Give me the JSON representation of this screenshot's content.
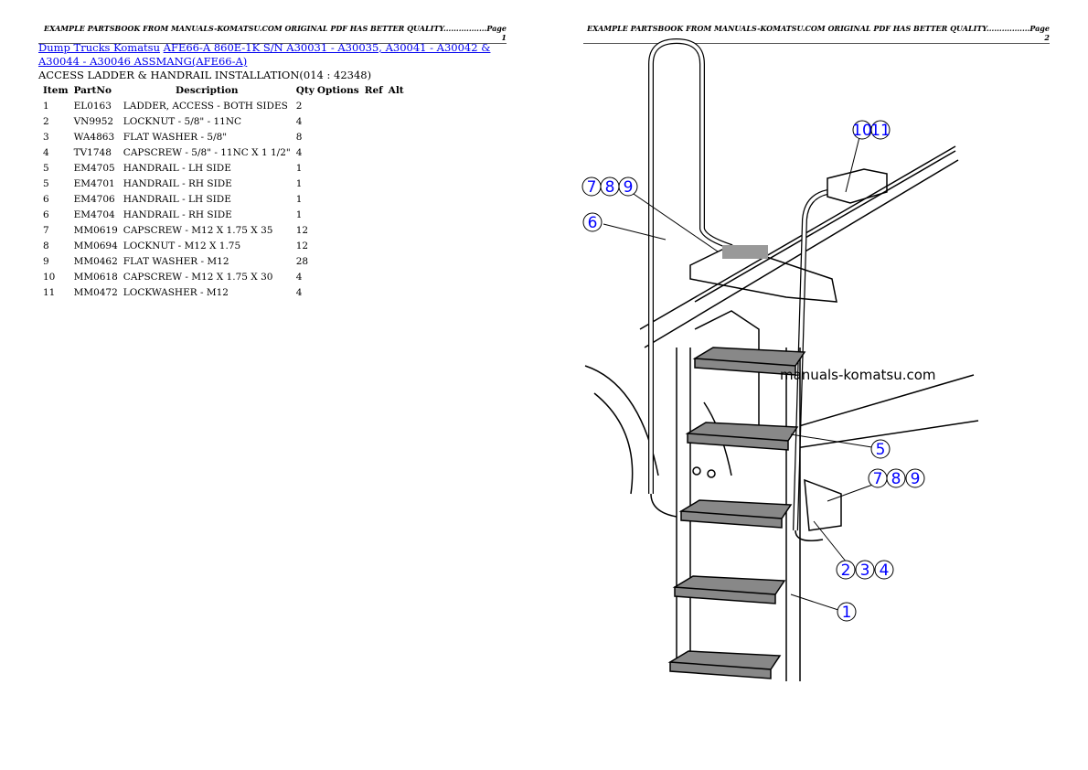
{
  "page1": {
    "header": "EXAMPLE PARTSBOOK FROM MANUALS-KOMATSU.COM ORIGINAL PDF HAS BETTER QUALITY.................Page 1"
  },
  "page2": {
    "header": "EXAMPLE PARTSBOOK FROM MANUALS-KOMATSU.COM ORIGINAL PDF HAS BETTER QUALITY.................Page 2"
  },
  "breadcrumb": {
    "link1": "Dump Trucks Komatsu",
    "link2": "AFE66-A 860E-1K S/N A30031 - A30035, A30041 - A30042 & A30044 - A30046 ASSMANG(AFE66-A)"
  },
  "section_title": "ACCESS LADDER & HANDRAIL INSTALLATION(014 : 42348)",
  "table": {
    "headers": [
      "Item",
      "PartNo",
      "Description",
      "Qty",
      "Options",
      "Ref",
      "Alt"
    ],
    "rows": [
      [
        "1",
        "EL0163",
        "LADDER, ACCESS - BOTH SIDES",
        "2"
      ],
      [
        "2",
        "VN9952",
        "LOCKNUT - 5/8\" - 11NC",
        "4"
      ],
      [
        "3",
        "WA4863",
        "FLAT WASHER - 5/8\"",
        "8"
      ],
      [
        "4",
        "TV1748",
        "CAPSCREW - 5/8\" - 11NC X 1 1/2\"",
        "4"
      ],
      [
        "5",
        "EM4705",
        "HANDRAIL - LH SIDE",
        "1"
      ],
      [
        "5",
        "EM4701",
        "HANDRAIL - RH SIDE",
        "1"
      ],
      [
        "6",
        "EM4706",
        "HANDRAIL - LH SIDE",
        "1"
      ],
      [
        "6",
        "EM4704",
        "HANDRAIL - RH SIDE",
        "1"
      ],
      [
        "7",
        "MM0619",
        "CAPSCREW - M12 X 1.75 X 35",
        "12"
      ],
      [
        "8",
        "MM0694",
        "LOCKNUT - M12 X 1.75",
        "12"
      ],
      [
        "9",
        "MM0462",
        "FLAT WASHER - M12",
        "28"
      ],
      [
        "10",
        "MM0618",
        "CAPSCREW - M12 X 1.75 X 30",
        "4"
      ],
      [
        "11",
        "MM0472",
        "LOCKWASHER - M12",
        "4"
      ]
    ]
  },
  "diagram": {
    "watermark": "manuals-komatsu.com",
    "callouts": [
      "10",
      "11",
      "7",
      "8",
      "9",
      "6",
      "5",
      "7",
      "8",
      "9",
      "2",
      "3",
      "4",
      "1"
    ],
    "callout_color": "#0000ff"
  }
}
